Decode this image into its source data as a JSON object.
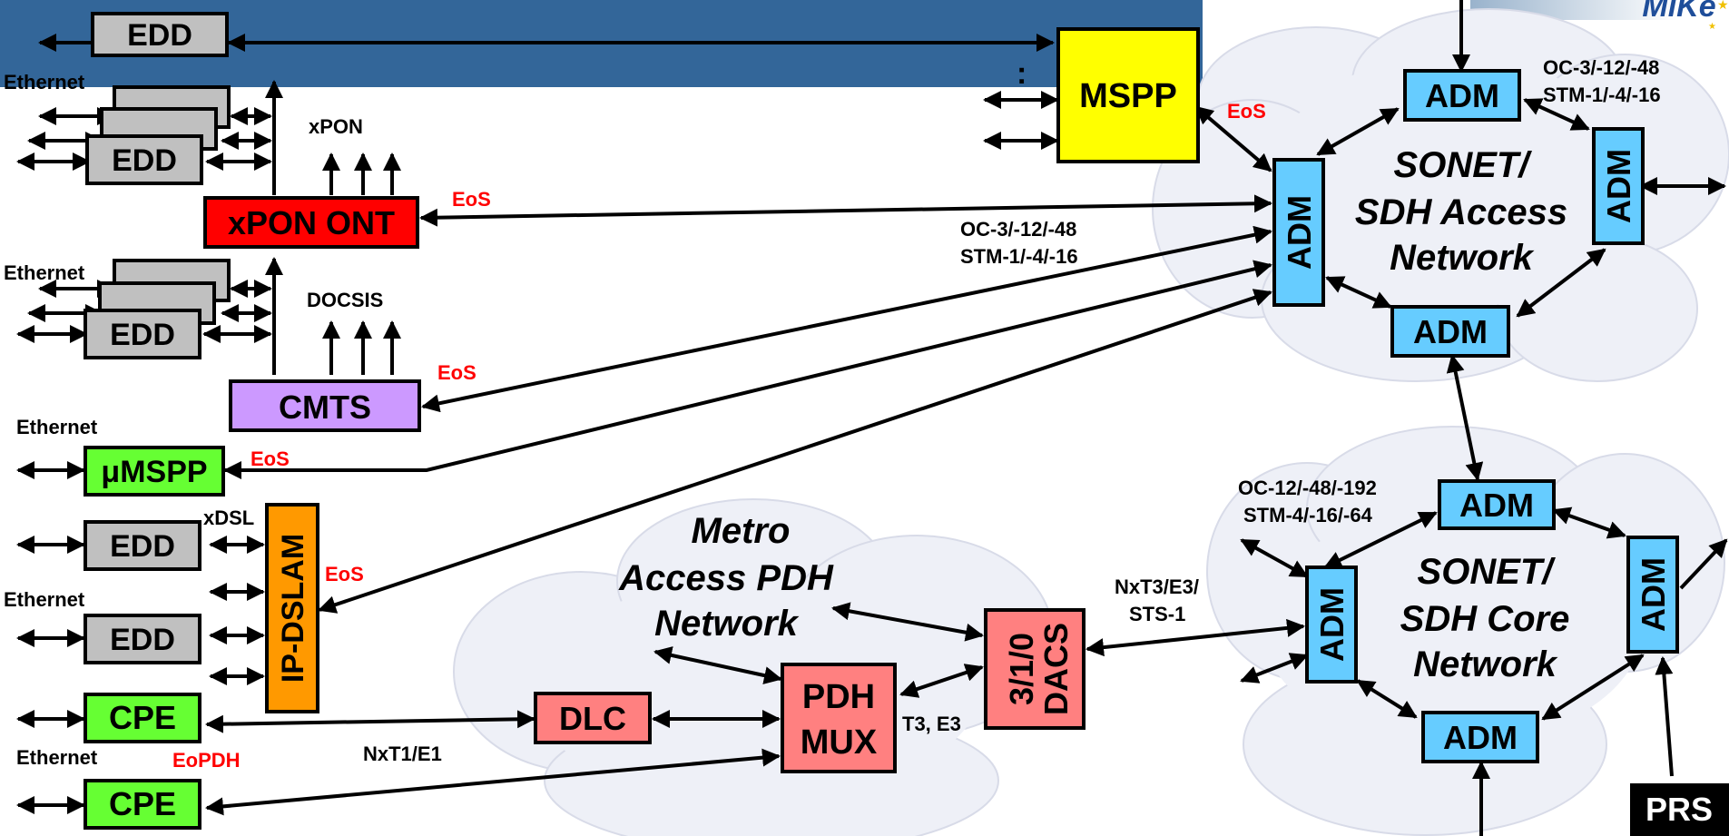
{
  "logo": {
    "text": "MiKe"
  },
  "colors": {
    "header_blue": "#336699",
    "edd": "#c0c0c0",
    "xpon_ont": "#ff0000",
    "mspp": "#ffff00",
    "cmts": "#cc99ff",
    "green": "#66ff33",
    "dslam": "#ff9900",
    "pink": "#ff8080",
    "adm": "#66ccff",
    "prs": "#000000",
    "eos_text": "#ff0000",
    "cloud": "#eef0f7"
  },
  "boxes": {
    "edd_top": "EDD",
    "edd_xpon": "EDD",
    "edd_docsis": "EDD",
    "edd_xdsl_1": "EDD",
    "edd_xdsl_2": "EDD",
    "xpon_ont": "xPON ONT",
    "cmts": "CMTS",
    "mspp": "MSPP",
    "umspp": "μMSPP",
    "ip_dslam": "IP-DSLAM",
    "cpe_1": "CPE",
    "cpe_2": "CPE",
    "dlc": "DLC",
    "pdh_mux_line1": "PDH",
    "pdh_mux_line2": "MUX",
    "dacs_line1": "3/1/0",
    "dacs_line2": "DACS",
    "adm": "ADM",
    "prs": "PRS"
  },
  "labels": {
    "ethernet": "Ethernet",
    "xpon": "xPON",
    "docsis": "DOCSIS",
    "xdsl": "xDSL",
    "eos": "EoS",
    "eopdh": "EoPDH",
    "oc_access_1": "OC-3/-12/-48",
    "oc_access_2": "STM-1/-4/-16",
    "oc_ring_1": "OC-3/-12/-48",
    "oc_ring_2": "STM-1/-4/-16",
    "oc_core_1": "OC-12/-48/-192",
    "oc_core_2": "STM-4/-16/-64",
    "nxt3_1": "NxT3/E3/",
    "nxt3_2": "STS-1",
    "t3e3": "T3, E3",
    "nxt1e1": "NxT1/E1"
  },
  "networks": {
    "access_line1": "SONET/",
    "access_line2": "SDH Access",
    "access_line3": "Network",
    "core_line1": "SONET/",
    "core_line2": "SDH Core",
    "core_line3": "Network",
    "metro_line1": "Metro",
    "metro_line2": "Access PDH",
    "metro_line3": "Network"
  }
}
